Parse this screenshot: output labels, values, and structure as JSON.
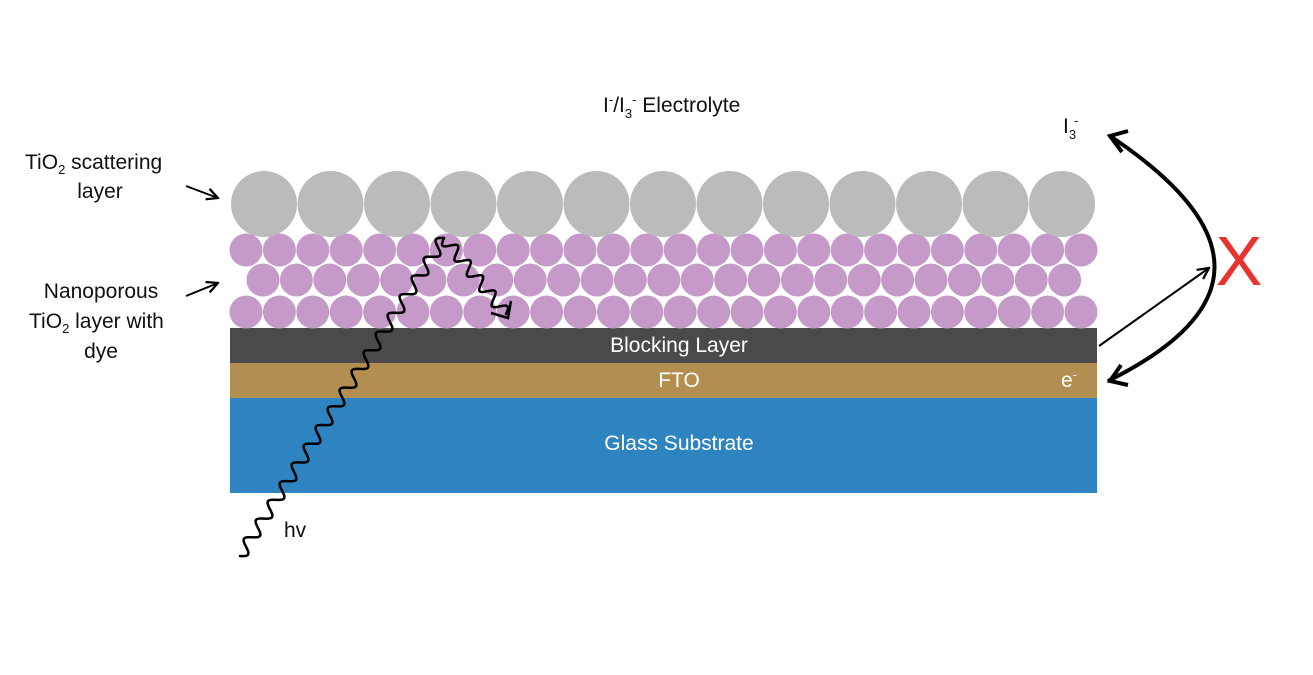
{
  "electrolyte": {
    "main": "I",
    "sup1": "-",
    "mid": "/I",
    "sub": "3",
    "sup2": "-",
    "rest": " Electrolyte"
  },
  "scattering_label": {
    "prefix": "TiO",
    "sub": "2",
    "rest": " scattering",
    "line2": "layer"
  },
  "nanoporous_label": {
    "line1": "Nanoporous",
    "prefix": "TiO",
    "sub": "2",
    "rest": " layer with",
    "line3": "dye"
  },
  "layers": {
    "blocking": "Blocking Layer",
    "fto": "FTO",
    "glass": "Glass Substrate"
  },
  "electron": {
    "main": "e",
    "sup": "-"
  },
  "triiodide": {
    "main": "I",
    "sub": "3",
    "sup": "-"
  },
  "photon": "hv",
  "blocked_mark": "X",
  "colors": {
    "scattering": "#bbbbbb",
    "nanoporous": "#c59ac9",
    "blocking": "#4a4a4a",
    "fto": "#b28f50",
    "glass": "#2e84c1",
    "x_mark": "#e8332d"
  }
}
